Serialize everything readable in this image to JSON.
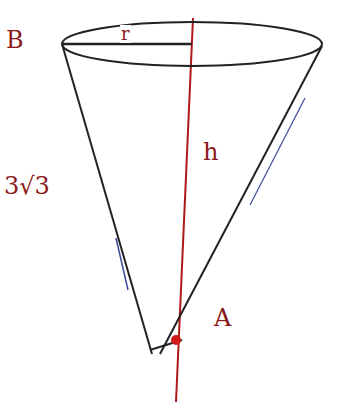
{
  "diagram": {
    "labels": [
      "B",
      "r",
      "3√3",
      "h",
      "A"
    ]
  }
}
